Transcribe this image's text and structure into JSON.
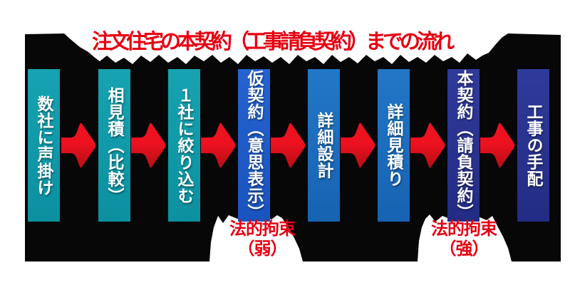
{
  "title": {
    "text": "注文住宅の本契約（工事請負契約）までの流れ"
  },
  "steps": [
    {
      "label": "数社に声掛け",
      "group": "teal"
    },
    {
      "label": "相見積（比較）",
      "group": "teal"
    },
    {
      "label": "１社に絞り込む",
      "group": "teal"
    },
    {
      "label": "仮契約（意思表示）",
      "group": "royal"
    },
    {
      "label": "詳細設計",
      "group": "medium"
    },
    {
      "label": "詳細見積り",
      "group": "medium"
    },
    {
      "label": "本契約（請負契約）",
      "group": "navy"
    },
    {
      "label": "工事の手配",
      "group": "navy"
    }
  ],
  "annotations": {
    "weak": {
      "line1": "法的拘束",
      "line2": "（弱）"
    },
    "strong": {
      "line1": "法的拘束",
      "line2": "（強）"
    }
  },
  "palette": {
    "title_red": "#e60012",
    "annotation_red": "#e60012",
    "arrow_red_top": "#ee1120",
    "arrow_red_bottom": "#b50e15",
    "teal_bar": "#0e98a6",
    "royal_blue_bar": "#1e5ac8",
    "medium_blue_bar": "#1b6fc0",
    "navy_bar": "#2a3492",
    "background_black": "#070707",
    "bar_text_white": "#ffffff"
  }
}
